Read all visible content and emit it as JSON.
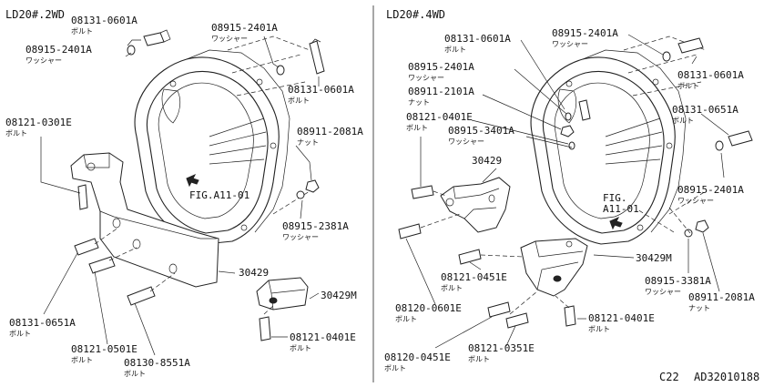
{
  "titles": {
    "left": "LD20#.2WD",
    "right": "LD20#.4WD"
  },
  "footer": {
    "code_left": "C22",
    "code_right": "AD32010188"
  },
  "figure_refs": {
    "left": "FIG.A11-01",
    "right_line1": "FIG.",
    "right_line2": "A11-01"
  },
  "left_panel": {
    "bolt_08131_0601A_top": {
      "part": "08131-0601A",
      "jp": "ボルト"
    },
    "washer_08915_2401A_left": {
      "part": "08915-2401A",
      "jp": "ワッシャー"
    },
    "washer_08915_2401A_right": {
      "part": "08915-2401A",
      "jp": "ワッシャー"
    },
    "bolt_08131_0601A_right": {
      "part": "08131-0601A",
      "jp": "ボルト"
    },
    "bolt_08121_0301E": {
      "part": "08121-0301E",
      "jp": "ボルト"
    },
    "nut_08911_2081A": {
      "part": "08911-2081A",
      "jp": "ナット"
    },
    "washer_08915_2381A": {
      "part": "08915-2381A",
      "jp": "ワッシャー"
    },
    "bracket_30429": {
      "part": "30429"
    },
    "mount_30429M": {
      "part": "30429M"
    },
    "bolt_08131_0651A": {
      "part": "08131-0651A",
      "jp": "ボルト"
    },
    "bolt_08121_0501E": {
      "part": "08121-0501E",
      "jp": "ボルト"
    },
    "bolt_08130_8551A": {
      "part": "08130-8551A",
      "jp": "ボルト"
    },
    "bolt_08121_0401E": {
      "part": "08121-0401E",
      "jp": "ボルト"
    }
  },
  "right_panel": {
    "bolt_08131_0601A_a": {
      "part": "08131-0601A",
      "jp": "ボルト"
    },
    "washer_08915_2401A_a": {
      "part": "08915-2401A",
      "jp": "ワッシャー"
    },
    "washer_08915_2401A_b": {
      "part": "08915-2401A",
      "jp": "ワッシャー"
    },
    "bolt_08131_0601A_b": {
      "part": "08131-0601A",
      "jp": "ボルト"
    },
    "nut_08911_2101A": {
      "part": "08911-2101A",
      "jp": "ナット"
    },
    "bolt_08121_0401E_a": {
      "part": "08121-0401E",
      "jp": "ボルト"
    },
    "washer_08915_3401A": {
      "part": "08915-3401A",
      "jp": "ワッシャー"
    },
    "bolt_08131_0651A": {
      "part": "08131-0651A",
      "jp": "ボルト"
    },
    "bracket_30429": {
      "part": "30429"
    },
    "washer_08915_2401A_c": {
      "part": "08915-2401A",
      "jp": "ワッシャー"
    },
    "mount_30429M": {
      "part": "30429M"
    },
    "bolt_08121_0451E": {
      "part": "08121-0451E",
      "jp": "ボルト"
    },
    "washer_08915_3381A": {
      "part": "08915-3381A",
      "jp": "ワッシャー"
    },
    "nut_08911_2081A": {
      "part": "08911-2081A",
      "jp": "ナット"
    },
    "bolt_08120_0601E": {
      "part": "08120-0601E",
      "jp": "ボルト"
    },
    "bolt_08121_0401E_b": {
      "part": "08121-0401E",
      "jp": "ボルト"
    },
    "bolt_08120_0451E": {
      "part": "08120-0451E",
      "jp": "ボルト"
    },
    "bolt_08121_0351E": {
      "part": "08121-0351E",
      "jp": "ボルト"
    }
  }
}
